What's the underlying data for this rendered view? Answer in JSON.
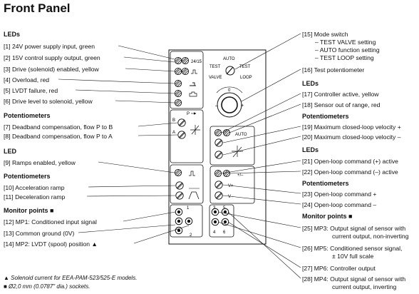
{
  "title": "Front Panel",
  "left": {
    "leds_heading": "LEDs",
    "leds": [
      "[1] 24V power supply input, green",
      "[2] 15V control supply output, green",
      "[3] Drive (solenoid) enabled, yellow",
      "[4] Overload, red",
      "[5] LVDT failure, red",
      "[6] Drive level to solenoid, yellow"
    ],
    "pot_heading_1": "Potentiometers",
    "pots_1": [
      "[7] Deadband compensation, flow P to B",
      "[8] Deadband compensation, flow P to A"
    ],
    "led_heading_2": "LED",
    "led_2": "[9] Ramps enabled, yellow",
    "pot_heading_2": "Potentiometers",
    "pots_2": [
      "[10] Acceleration ramp",
      "[11] Deceleration ramp"
    ],
    "monitor_heading": "Monitor points ■",
    "monitor": [
      "[12] MP1: Conditioned input signal",
      "[13] Common ground (0V)",
      "[14]    MP2: LVDT (spool) position ▲"
    ],
    "footnotes": [
      "▲ Solenoid current for EEA-PAM-523/525-E models.",
      "■ Ø2,0 mm (0.0787\" dia.) sockets."
    ]
  },
  "right": {
    "mode_switch": "[15] Mode switch",
    "mode_items": [
      "– TEST VALVE setting",
      "– AUTO function setting",
      "– TEST LOOP setting"
    ],
    "test_pot": "[16] Test potentiometer",
    "leds_heading": "LEDs",
    "leds": [
      "[17] Controller active, yellow",
      "[18] Sensor out of range, red"
    ],
    "pot_heading": "Potentiometers",
    "pots": [
      "[19] Maximum closed-loop velocity +",
      "[20] Maximum closed-loop velocity –"
    ],
    "leds_heading_2": "LEDs",
    "leds_2": [
      "[21] Open-loop command (+) active",
      "[22] Open-loop command (–) active"
    ],
    "pot_heading_2": "Potentiometers",
    "pots_2": [
      "[23] Open-loop command +",
      "[24] Open-loop command –"
    ],
    "monitor_heading": "Monitor points ■",
    "mp3": [
      "[25] MP3: Output signal of sensor with",
      "current output, non-inverting"
    ],
    "mp5": [
      "[26] MP5: Conditioned sensor signal,",
      "± 10V full scale"
    ],
    "mp6": "[27] MP6: Controller output",
    "mp4": [
      "[28] MP4: Output signal of sensor with",
      "current output, inverting"
    ]
  },
  "panel": {
    "label_24": "24/15",
    "label_auto": "AUTO",
    "label_test_valve": "TEST",
    "label_test_loop": "TEST",
    "label_valve": "VALVE",
    "label_loop": "LOOP",
    "label_zero": "0",
    "label_minus": "–",
    "label_plus": "+",
    "label_p": "P",
    "label_b": "B",
    "label_a": "A",
    "label_auto2": "AUTO",
    "label_plusminus": "+/–",
    "label_vplus": "V+",
    "label_vminus": "V–",
    "mp_labels": [
      "1",
      "2",
      "3",
      "4",
      "5",
      "6"
    ]
  }
}
